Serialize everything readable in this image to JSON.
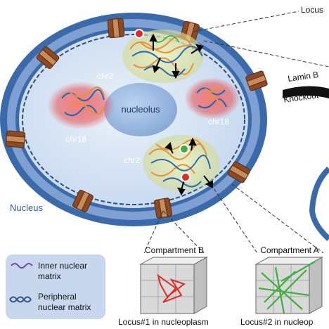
{
  "labels": {
    "chr2_top": "chr2",
    "chr2_bottom": "chr2",
    "chr18_left": "chr18",
    "chr18_right": "chr18",
    "nucleolus": "nucleolus",
    "nucleus": "Nucleus",
    "lamin_b": "Lamin B",
    "knockout": "Knockout",
    "locus_top": "Locus",
    "compartment_b": "Compartment B",
    "compartment_a": "Compartment A",
    "locus1": "Locus#1 in nucleoplasm",
    "locus2": "Locus#2 in nucleop"
  },
  "legend": {
    "inner_line1": "Inner nuclear",
    "inner_line2": "matrix",
    "peripheral_line1": "Peripheral",
    "peripheral_line2": "nuclear matrix"
  },
  "colors": {
    "envelope_outer": "#2f5fa0",
    "envelope_fill": "#6e93cc",
    "nucleoplasm": "#d6e4f4",
    "nucleolus": "#9fbde3",
    "pore": "#8b4a24",
    "chr2_territory": "#dfe7a8",
    "chr18_glow": "#e84a4a",
    "chromatin_orange": "#e8913a",
    "chromatin_blue": "#2b6cb0",
    "locus_red": "#e22828",
    "locus_green": "#3fae3f",
    "legend_bg": "#c9d7ee"
  }
}
